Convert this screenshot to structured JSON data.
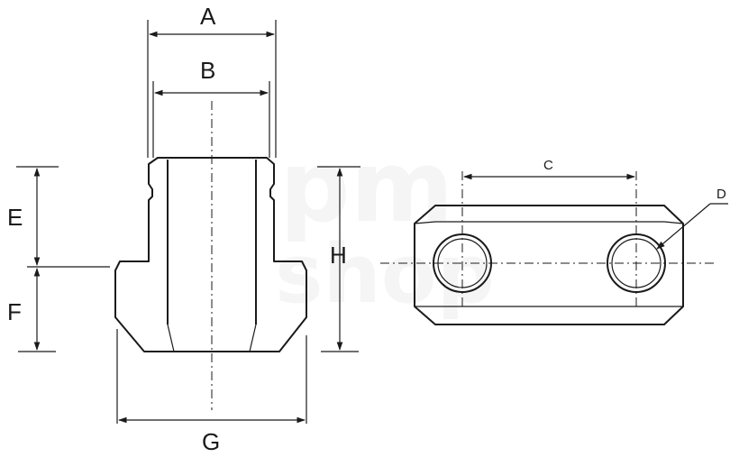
{
  "watermark": {
    "line1": "pm",
    "line2": "shop"
  },
  "dimensions": {
    "A": "A",
    "B": "B",
    "C": "C",
    "D": "D",
    "E": "E",
    "F": "F",
    "G": "G",
    "H": "H"
  }
}
